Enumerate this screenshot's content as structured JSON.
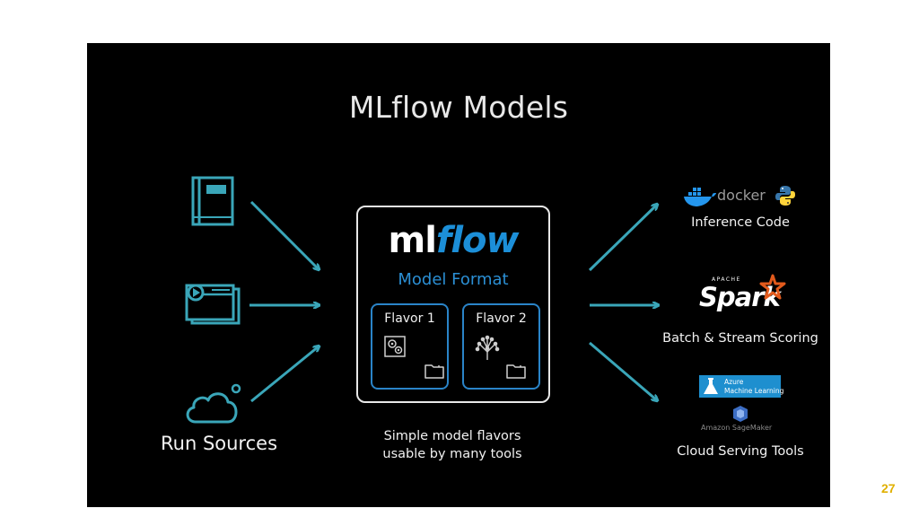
{
  "title": "MLflow Models",
  "left": {
    "label": "Run Sources",
    "icons": [
      "notebook-icon",
      "video-window-icon",
      "cloud-icon"
    ]
  },
  "center": {
    "logo_ml": "ml",
    "logo_flow": "flow",
    "subtitle": "Model Format",
    "flavors": [
      {
        "label": "Flavor 1",
        "icon": "gears-icon"
      },
      {
        "label": "Flavor 2",
        "icon": "neural-tree-icon"
      }
    ],
    "caption_line1": "Simple model flavors",
    "caption_line2": "usable by many tools"
  },
  "right": {
    "inference": {
      "logo_docker": "docker",
      "label": "Inference Code"
    },
    "batch": {
      "logo_apache": "APACHE",
      "logo_spark": "Spark",
      "label": "Batch & Stream Scoring"
    },
    "cloud": {
      "azure_line1": "Azure",
      "azure_line2": "Machine Learning",
      "sagemaker": "Amazon SageMaker",
      "label": "Cloud Serving Tools"
    }
  },
  "page_number": "27",
  "colors": {
    "accent_teal": "#3aa6b9",
    "mlflow_blue": "#1c8fd8",
    "background": "#000000",
    "page_number": "#e0b000"
  }
}
